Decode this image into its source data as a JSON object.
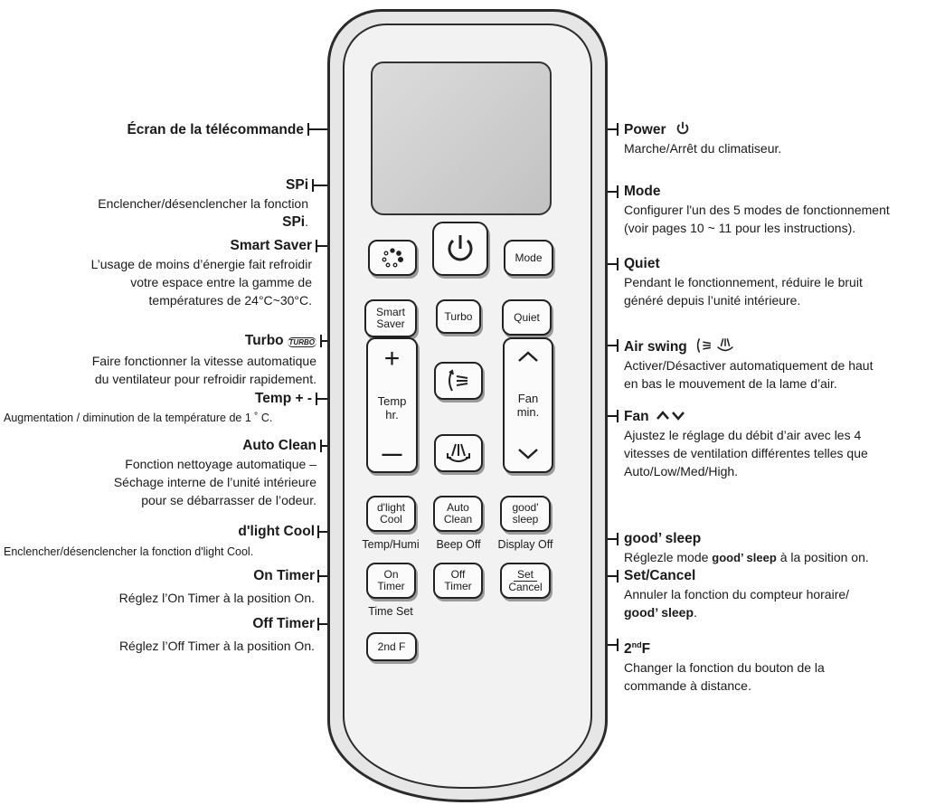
{
  "remote": {
    "buttons": {
      "mode": "Mode",
      "smart_saver": "Smart\nSaver",
      "turbo": "Turbo",
      "quiet": "Quiet",
      "temp_plus": "+",
      "temp_label": "Temp\nhr.",
      "temp_minus": "—",
      "fan_label": "Fan\nmin.",
      "dlight_cool": "d'light\nCool",
      "auto_clean": "Auto\nClean",
      "good_sleep": "good'\nsleep",
      "on_timer": "On\nTimer",
      "off_timer": "Off\nTimer",
      "set_cancel_top": "Set",
      "set_cancel_bottom": "Cancel",
      "second_f": "2nd F"
    },
    "sublabels": {
      "temp_humi": "Temp/Humi",
      "beep_off": "Beep Off",
      "display_off": "Display Off",
      "time_set": "Time Set"
    }
  },
  "left_labels": {
    "screen": "Écran de la télécommande",
    "spi_title": "SPi",
    "spi_desc1": "Enclencher/désenclencher la fonction",
    "spi_desc2": "SPi",
    "smart_saver_title": "Smart Saver",
    "smart_saver_desc1": "L’usage de moins d’énergie fait refroidir",
    "smart_saver_desc2": "votre espace entre la gamme de",
    "smart_saver_desc3": "températures de 24°C~30°C.",
    "turbo_title": "Turbo",
    "turbo_icon_text": "TURBO",
    "turbo_desc1": "Faire fonctionner la vitesse automatique",
    "turbo_desc2": "du ventilateur pour refroidir rapidement.",
    "temp_title": "Temp + -",
    "temp_desc": "Augmentation / diminution de la température de 1 ˚ C.",
    "auto_clean_title": "Auto Clean",
    "auto_clean_desc1": "Fonction nettoyage automatique –",
    "auto_clean_desc2": "Séchage interne de l’unité intérieure",
    "auto_clean_desc3": "pour se débarrasser de l’odeur.",
    "dlight_title": "d'light Cool",
    "dlight_desc": "Enclencher/désenclencher la fonction d'light Cool.",
    "on_timer_title": "On Timer",
    "on_timer_desc": "Réglez l’On Timer à la position On.",
    "off_timer_title": "Off Timer",
    "off_timer_desc": "Réglez l’Off Timer à la position On."
  },
  "right_labels": {
    "power_title": "Power",
    "power_desc": "Marche/Arrêt du climatiseur.",
    "mode_title": "Mode",
    "mode_desc1": "Configurer l'un des 5 modes de fonctionnement",
    "mode_desc2": "(voir pages 10 ~ 11 pour les instructions).",
    "quiet_title": "Quiet",
    "quiet_desc1": "Pendant le fonctionnement, réduire le bruit",
    "quiet_desc2": "généré depuis l’unité intérieure.",
    "air_swing_title": "Air swing",
    "air_swing_desc1": "Activer/Désactiver automatiquement de haut",
    "air_swing_desc2": "en bas le mouvement de la lame d’air.",
    "fan_title": "Fan",
    "fan_desc1": "Ajustez le réglage du débit d’air avec les 4",
    "fan_desc2": "vitesses de ventilation différentes telles que",
    "fan_desc3": "Auto/Low/Med/High.",
    "good_sleep_title": "good’ sleep",
    "good_sleep_desc_a": "Réglezle mode",
    "good_sleep_desc_b": "good’ sleep",
    "good_sleep_desc_c": "à la position on.",
    "set_cancel_title": "Set/Cancel",
    "set_cancel_desc1": "Annuler la fonction du compteur horaire/",
    "set_cancel_desc2": "good’ sleep",
    "second_f_title_a": "2",
    "second_f_title_sup": "nd",
    "second_f_title_b": "F",
    "second_f_desc1": "Changer la fonction du bouton de la",
    "second_f_desc2": "commande à distance."
  }
}
